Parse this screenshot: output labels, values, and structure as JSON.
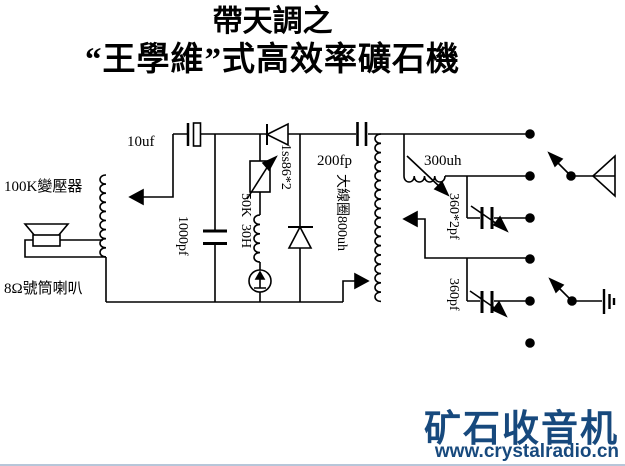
{
  "title": {
    "line1": "帶天調之",
    "line2": "“王學維”式高效率礦石機"
  },
  "labels": {
    "coupling_cap": "10uf",
    "transformer": "100K變壓器",
    "speaker": "8Ω號筒喇叭",
    "bypass_cap": "1000pf",
    "potentiometer": "50K",
    "choke": "30H",
    "diodes": "1ss86*2",
    "antenna_cap": "200fp",
    "main_coil": "大線圈800uh",
    "antenna_coil": "300uh",
    "tuning_cap_double": "360*2pf",
    "tuning_cap_single": "360pf"
  },
  "watermark": {
    "site_name": "矿石收音机",
    "site_url": "www.crystalradio.cn",
    "color": "#17497d"
  },
  "schematic": {
    "line_color": "#000000",
    "background": "#ffffff",
    "symbols": [
      "horn-speaker-icon",
      "transformer-coil-icon",
      "tap-arrow-icon",
      "electrolytic-capacitor-icon",
      "capacitor-icon",
      "potentiometer-icon",
      "choke-coil-icon",
      "meter-icon",
      "diode-icon",
      "shunt-diode-icon",
      "main-coil-icon",
      "variable-inductor-icon",
      "variable-capacitor-icon",
      "junction-dot-icon",
      "antenna-icon",
      "earth-ground-icon"
    ]
  }
}
